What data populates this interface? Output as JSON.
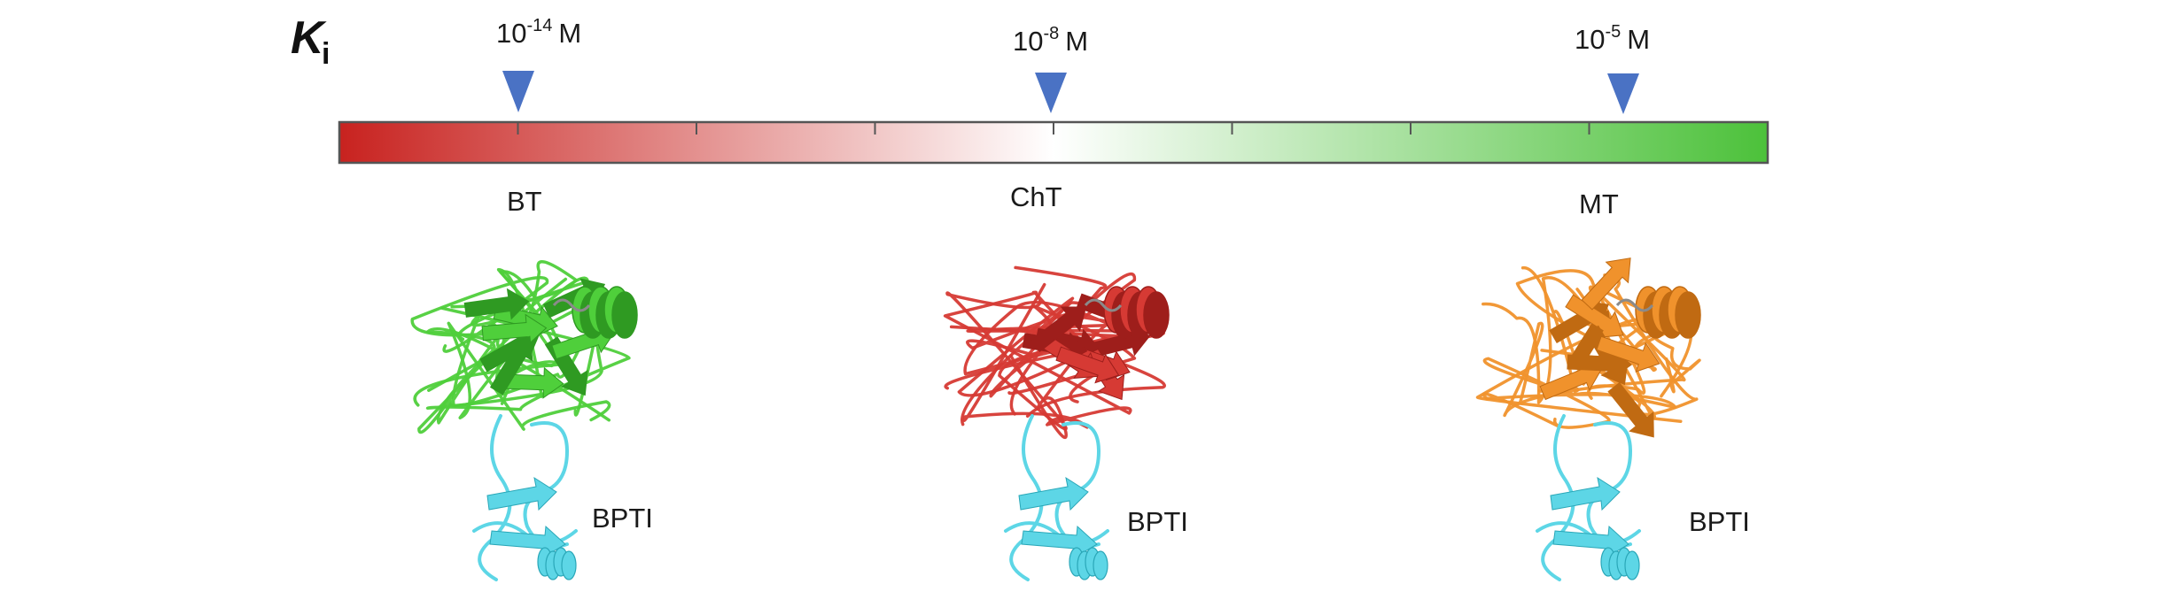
{
  "ki_label": {
    "symbol": "K",
    "subscript": "i"
  },
  "scale": {
    "gradient_colors": {
      "left": "#c8221f",
      "middle": "#ffffff",
      "right": "#4cc13a"
    },
    "border_color": "#555555",
    "tick_count": 7
  },
  "markers": [
    {
      "base": "10",
      "exponent": "-14",
      "unit": "M",
      "enzyme": "BT"
    },
    {
      "base": "10",
      "exponent": "-8",
      "unit": "M",
      "enzyme": "ChT"
    },
    {
      "base": "10",
      "exponent": "-5",
      "unit": "M",
      "enzyme": "MT"
    }
  ],
  "marker_color": "#4a72c4",
  "structures": [
    {
      "enzyme_color": "#4fcf3b",
      "enzyme_dark": "#2f9a22",
      "inhibitor_label": "BPTI",
      "inhibitor_color": "#5dd6e6"
    },
    {
      "enzyme_color": "#d63a34",
      "enzyme_dark": "#9e1e1b",
      "inhibitor_label": "BPTI",
      "inhibitor_color": "#5dd6e6"
    },
    {
      "enzyme_color": "#f0922c",
      "enzyme_dark": "#c06a12",
      "inhibitor_label": "BPTI",
      "inhibitor_color": "#5dd6e6"
    }
  ]
}
